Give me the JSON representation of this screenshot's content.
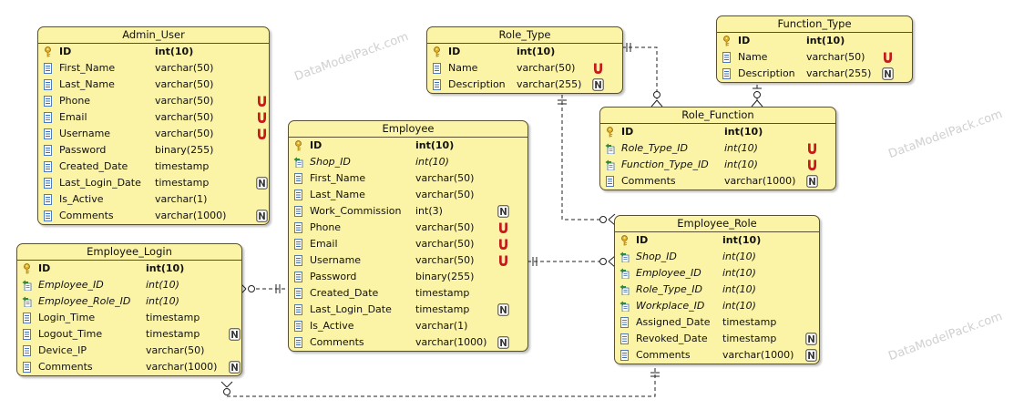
{
  "watermark": "DataModelPack.com",
  "entities": {
    "admin_user": {
      "name": "Admin_User",
      "columns": [
        {
          "name": "ID",
          "type": "int(10)",
          "key": "pk",
          "flag": ""
        },
        {
          "name": "First_Name",
          "type": "varchar(50)",
          "key": "",
          "flag": ""
        },
        {
          "name": "Last_Name",
          "type": "varchar(50)",
          "key": "",
          "flag": ""
        },
        {
          "name": "Phone",
          "type": "varchar(50)",
          "key": "",
          "flag": "U"
        },
        {
          "name": "Email",
          "type": "varchar(50)",
          "key": "",
          "flag": "U"
        },
        {
          "name": "Username",
          "type": "varchar(50)",
          "key": "",
          "flag": "U"
        },
        {
          "name": "Password",
          "type": "binary(255)",
          "key": "",
          "flag": ""
        },
        {
          "name": "Created_Date",
          "type": "timestamp",
          "key": "",
          "flag": ""
        },
        {
          "name": "Last_Login_Date",
          "type": "timestamp",
          "key": "",
          "flag": "N"
        },
        {
          "name": "Is_Active",
          "type": "varchar(1)",
          "key": "",
          "flag": ""
        },
        {
          "name": "Comments",
          "type": "varchar(1000)",
          "key": "",
          "flag": "N"
        }
      ]
    },
    "role_type": {
      "name": "Role_Type",
      "columns": [
        {
          "name": "ID",
          "type": "int(10)",
          "key": "pk",
          "flag": ""
        },
        {
          "name": "Name",
          "type": "varchar(50)",
          "key": "",
          "flag": "U"
        },
        {
          "name": "Description",
          "type": "varchar(255)",
          "key": "",
          "flag": "N"
        }
      ]
    },
    "function_type": {
      "name": "Function_Type",
      "columns": [
        {
          "name": "ID",
          "type": "int(10)",
          "key": "pk",
          "flag": ""
        },
        {
          "name": "Name",
          "type": "varchar(50)",
          "key": "",
          "flag": "U"
        },
        {
          "name": "Description",
          "type": "varchar(255)",
          "key": "",
          "flag": "N"
        }
      ]
    },
    "role_function": {
      "name": "Role_Function",
      "columns": [
        {
          "name": "ID",
          "type": "int(10)",
          "key": "pk",
          "flag": ""
        },
        {
          "name": "Role_Type_ID",
          "type": "int(10)",
          "key": "fk",
          "flag": "U"
        },
        {
          "name": "Function_Type_ID",
          "type": "int(10)",
          "key": "fk",
          "flag": "U"
        },
        {
          "name": "Comments",
          "type": "varchar(1000)",
          "key": "",
          "flag": "N"
        }
      ]
    },
    "employee": {
      "name": "Employee",
      "columns": [
        {
          "name": "ID",
          "type": "int(10)",
          "key": "pk",
          "flag": ""
        },
        {
          "name": "Shop_ID",
          "type": "int(10)",
          "key": "fk",
          "flag": ""
        },
        {
          "name": "First_Name",
          "type": "varchar(50)",
          "key": "",
          "flag": ""
        },
        {
          "name": "Last_Name",
          "type": "varchar(50)",
          "key": "",
          "flag": ""
        },
        {
          "name": "Work_Commission",
          "type": "int(3)",
          "key": "",
          "flag": "N"
        },
        {
          "name": "Phone",
          "type": "varchar(50)",
          "key": "",
          "flag": "U"
        },
        {
          "name": "Email",
          "type": "varchar(50)",
          "key": "",
          "flag": "U"
        },
        {
          "name": "Username",
          "type": "varchar(50)",
          "key": "",
          "flag": "U"
        },
        {
          "name": "Password",
          "type": "binary(255)",
          "key": "",
          "flag": ""
        },
        {
          "name": "Created_Date",
          "type": "timestamp",
          "key": "",
          "flag": ""
        },
        {
          "name": "Last_Login_Date",
          "type": "timestamp",
          "key": "",
          "flag": "N"
        },
        {
          "name": "Is_Active",
          "type": "varchar(1)",
          "key": "",
          "flag": ""
        },
        {
          "name": "Comments",
          "type": "varchar(1000)",
          "key": "",
          "flag": "N"
        }
      ]
    },
    "employee_login": {
      "name": "Employee_Login",
      "columns": [
        {
          "name": "ID",
          "type": "int(10)",
          "key": "pk",
          "flag": ""
        },
        {
          "name": "Employee_ID",
          "type": "int(10)",
          "key": "fk",
          "flag": ""
        },
        {
          "name": "Employee_Role_ID",
          "type": "int(10)",
          "key": "fk",
          "flag": ""
        },
        {
          "name": "Login_Time",
          "type": "timestamp",
          "key": "",
          "flag": ""
        },
        {
          "name": "Logout_Time",
          "type": "timestamp",
          "key": "",
          "flag": "N"
        },
        {
          "name": "Device_IP",
          "type": "varchar(50)",
          "key": "",
          "flag": ""
        },
        {
          "name": "Comments",
          "type": "varchar(1000)",
          "key": "",
          "flag": "N"
        }
      ]
    },
    "employee_role": {
      "name": "Employee_Role",
      "columns": [
        {
          "name": "ID",
          "type": "int(10)",
          "key": "pk",
          "flag": ""
        },
        {
          "name": "Shop_ID",
          "type": "int(10)",
          "key": "fk",
          "flag": ""
        },
        {
          "name": "Employee_ID",
          "type": "int(10)",
          "key": "fk",
          "flag": ""
        },
        {
          "name": "Role_Type_ID",
          "type": "int(10)",
          "key": "fk",
          "flag": ""
        },
        {
          "name": "Workplace_ID",
          "type": "int(10)",
          "key": "fk",
          "flag": ""
        },
        {
          "name": "Assigned_Date",
          "type": "timestamp",
          "key": "",
          "flag": ""
        },
        {
          "name": "Revoked_Date",
          "type": "timestamp",
          "key": "",
          "flag": "N"
        },
        {
          "name": "Comments",
          "type": "varchar(1000)",
          "key": "",
          "flag": "N"
        }
      ]
    }
  },
  "relationships": [
    {
      "from": "Role_Type",
      "to": "Role_Function",
      "cardinality": "one-to-many"
    },
    {
      "from": "Function_Type",
      "to": "Role_Function",
      "cardinality": "one-to-many"
    },
    {
      "from": "Role_Type",
      "to": "Employee_Role",
      "cardinality": "one-to-many"
    },
    {
      "from": "Employee",
      "to": "Employee_Role",
      "cardinality": "one-to-many"
    },
    {
      "from": "Employee",
      "to": "Employee_Login",
      "cardinality": "one-to-many"
    },
    {
      "from": "Employee_Role",
      "to": "Employee_Login",
      "cardinality": "one-to-many"
    }
  ],
  "colors": {
    "entity_fill": "#fbf3a6",
    "entity_border": "#5a5030",
    "unique_flag": "#c41a1a",
    "key_icon": "#d8a21a",
    "fk_arrow": "#2c8a3a",
    "column_icon": "#3b6fb5"
  }
}
